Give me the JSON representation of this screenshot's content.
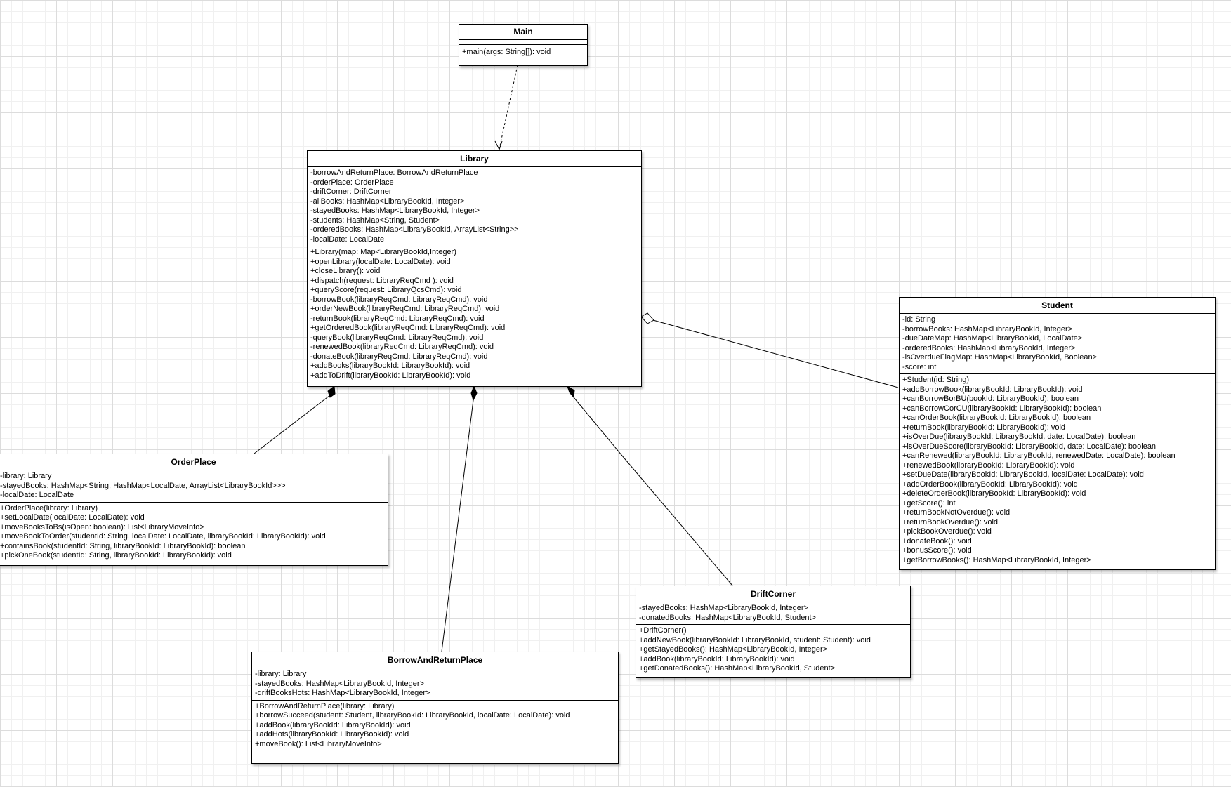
{
  "classes": {
    "main": {
      "name": "Main",
      "attributes": [],
      "operations": [
        "+main(args: String[]): void"
      ]
    },
    "library": {
      "name": "Library",
      "attributes": [
        "-borrowAndReturnPlace: BorrowAndReturnPlace",
        "-orderPlace: OrderPlace",
        "-driftCorner: DriftCorner",
        "-allBooks: HashMap<LibraryBookId, Integer>",
        "-stayedBooks: HashMap<LibraryBookId, Integer>",
        "-students: HashMap<String, Student>",
        "-orderedBooks: HashMap<LibraryBookId, ArrayList<String>>",
        "-localDate: LocalDate"
      ],
      "operations": [
        "+Library(map: Map<LibraryBookId,Integer)",
        "+openLibrary(localDate: LocalDate): void",
        "+closeLibrary(): void",
        "+dispatch(request: LibraryReqCmd ): void",
        "+queryScore(request: LibraryQcsCmd): void",
        "-borrowBook(libraryReqCmd: LibraryReqCmd): void",
        "+orderNewBook(libraryReqCmd: LibraryReqCmd): void",
        "-returnBook(libraryReqCmd: LibraryReqCmd): void",
        "+getOrderedBook(libraryReqCmd: LibraryReqCmd): void",
        "-queryBook(libraryReqCmd: LibraryReqCmd): void",
        "-renewedBook(libraryReqCmd: LibraryReqCmd): void",
        "-donateBook(libraryReqCmd: LibraryReqCmd): void",
        "+addBooks(libraryBookId: LibraryBookId): void",
        "+addToDrift(libraryBookId: LibraryBookId): void"
      ]
    },
    "student": {
      "name": "Student",
      "attributes": [
        "-id: String",
        "-borrowBooks: HashMap<LibraryBookId, Integer>",
        "-dueDateMap: HashMap<LibraryBookId, LocalDate>",
        "-orderedBooks: HashMap<LibraryBookId, Integer>",
        "-isOverdueFlagMap: HashMap<LibraryBookId, Boolean>",
        "-score: int"
      ],
      "operations": [
        "+Student(id: String)",
        "+addBorrowBook(libraryBookId: LibraryBookId): void",
        "+canBorrowBorBU(bookId: LibraryBookId): boolean",
        "+canBorrowCorCU(libraryBookId: LibraryBookId): boolean",
        "+canOrderBook(libraryBookId: LibraryBookId): boolean",
        "+returnBook(libraryBookId: LibraryBookId): void",
        "+isOverDue(libraryBookId: LibraryBookId, date: LocalDate): boolean",
        "+isOverDueScore(libraryBookId: LibraryBookId, date: LocalDate): boolean",
        "+canRenewed(libraryBookId: LibraryBookId, renewedDate: LocalDate): boolean",
        "+renewedBook(libraryBookId: LibraryBookId): void",
        "+setDueDate(libraryBookId: LibraryBookId, localDate: LocalDate): void",
        "+addOrderBook(libraryBookId: LibraryBookId): void",
        "+deleteOrderBook(libraryBookId: LibraryBookId): void",
        "+getScore(): int",
        "+returnBookNotOverdue(): void",
        "+returnBookOverdue(): void",
        "+pickBookOverdue(): void",
        "+donateBook(): void",
        "+bonusScore(): void",
        "+getBorrowBooks(): HashMap<LibraryBookId, Integer>"
      ]
    },
    "orderPlace": {
      "name": "OrderPlace",
      "attributes": [
        "-library: Library",
        "-stayedBooks: HashMap<String, HashMap<LocalDate, ArrayList<LibraryBookId>>>",
        "-localDate: LocalDate"
      ],
      "operations": [
        "+OrderPlace(library: Library)",
        "+setLocalDate(localDate: LocalDate): void",
        "+moveBooksToBs(isOpen: boolean): List<LibraryMoveInfo>",
        "+moveBookToOrder(studentId: String, localDate: LocalDate, libraryBookId: LibraryBookId): void",
        "+containsBook(studentId: String, libraryBookId: LibraryBookId): boolean",
        "+pickOneBook(studentId: String, libraryBookId: LibraryBookId): void"
      ]
    },
    "borrowAndReturnPlace": {
      "name": "BorrowAndReturnPlace",
      "attributes": [
        "-library: Library",
        "-stayedBooks: HashMap<LibraryBookId, Integer>",
        "-driftBooksHots: HashMap<LibraryBookId, Integer>"
      ],
      "operations": [
        "+BorrowAndReturnPlace(library: Library)",
        "+borrowSucceed(student: Student, libraryBookId: LibraryBookId, localDate: LocalDate): void",
        "+addBook(libraryBookId: LibraryBookId): void",
        "+addHots(libraryBookId: LibraryBookId): void",
        "+moveBook(): List<LibraryMoveInfo>"
      ]
    },
    "driftCorner": {
      "name": "DriftCorner",
      "attributes": [
        "-stayedBooks: HashMap<LibraryBookId, Integer>",
        "-donatedBooks: HashMap<LibraryBookId, Student>"
      ],
      "operations": [
        "+DriftCorner()",
        "+addNewBook(libraryBookId: LibraryBookId, student: Student): void",
        "+getStayedBooks(): HashMap<LibraryBookId, Integer>",
        "+addBook(libraryBookId: LibraryBookId): void",
        "+getDonatedBooks(): HashMap<LibraryBookId, Student>"
      ]
    }
  },
  "relationships": [
    {
      "type": "dependency",
      "from": "main",
      "to": "library"
    },
    {
      "type": "aggregation",
      "whole": "library",
      "part": "student"
    },
    {
      "type": "composition",
      "whole": "library",
      "part": "orderPlace"
    },
    {
      "type": "composition",
      "whole": "library",
      "part": "borrowAndReturnPlace"
    },
    {
      "type": "composition",
      "whole": "library",
      "part": "driftCorner"
    }
  ]
}
